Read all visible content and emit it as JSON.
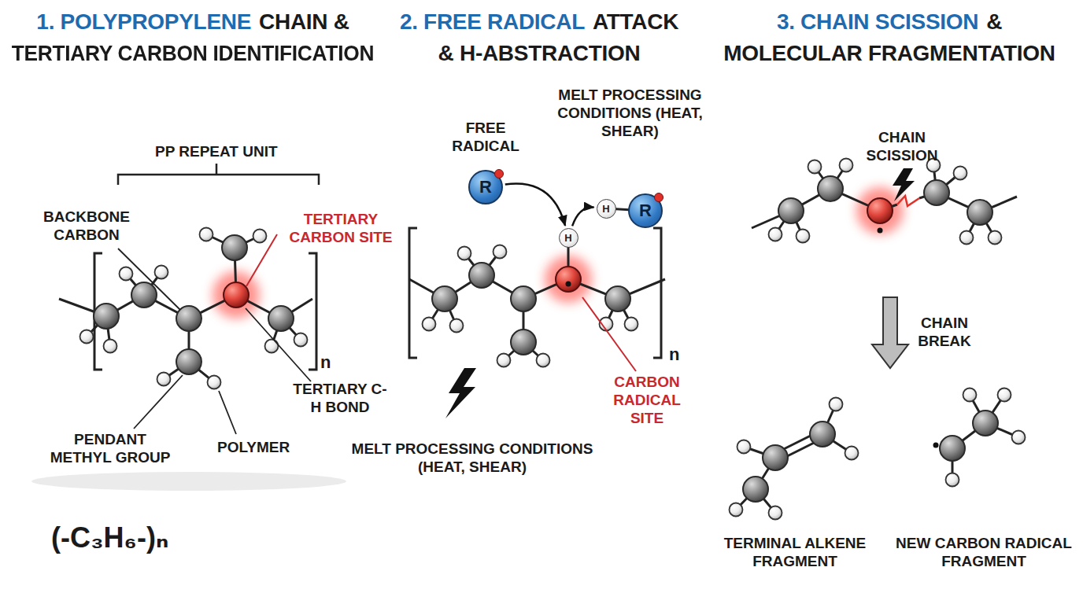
{
  "diagram": {
    "nodes": [
      {
        "text": [
          "R"
        ]
      },
      {
        "text": [
          "H"
        ]
      },
      {
        "text": [
          "H"
        ]
      },
      {
        "text": [
          "R"
        ]
      }
    ],
    "edges": [
      {
        "from": 0,
        "to": 1,
        "arrow": "to"
      },
      {
        "from": 1,
        "to": 2,
        "arrow": "to"
      }
    ],
    "labels": [
      "1. POLYPROPYLENE",
      "CHAIN &",
      "TERTIARY CARBON IDENTIFICATION",
      "2. FREE RADICAL",
      "ATTACK",
      "& H-ABSTRACTION",
      "3. CHAIN SCISSION",
      "&",
      "MOLECULAR FRAGMENTATION",
      "PP REPEAT UNIT",
      "BACKBONE CARBON",
      "TERTIARY CARBON SITE",
      "n",
      "TERTIARY C-H BOND",
      "PENDANT METHYL GROUP",
      "POLYMER",
      "(-C₃H₆-)ₙ",
      "FREE RADICAL",
      "MELT PROCESSING CONDITIONS (HEAT, SHEAR)",
      "n",
      "CARBON RADICAL SITE",
      "MELT PROCESSING CONDITIONS (HEAT, SHEAR)",
      "CHAIN SCISSION",
      "CHAIN BREAK",
      "TERMINAL ALKENE FRAGMENT",
      "NEW CARBON RADICAL FRAGMENT"
    ]
  }
}
